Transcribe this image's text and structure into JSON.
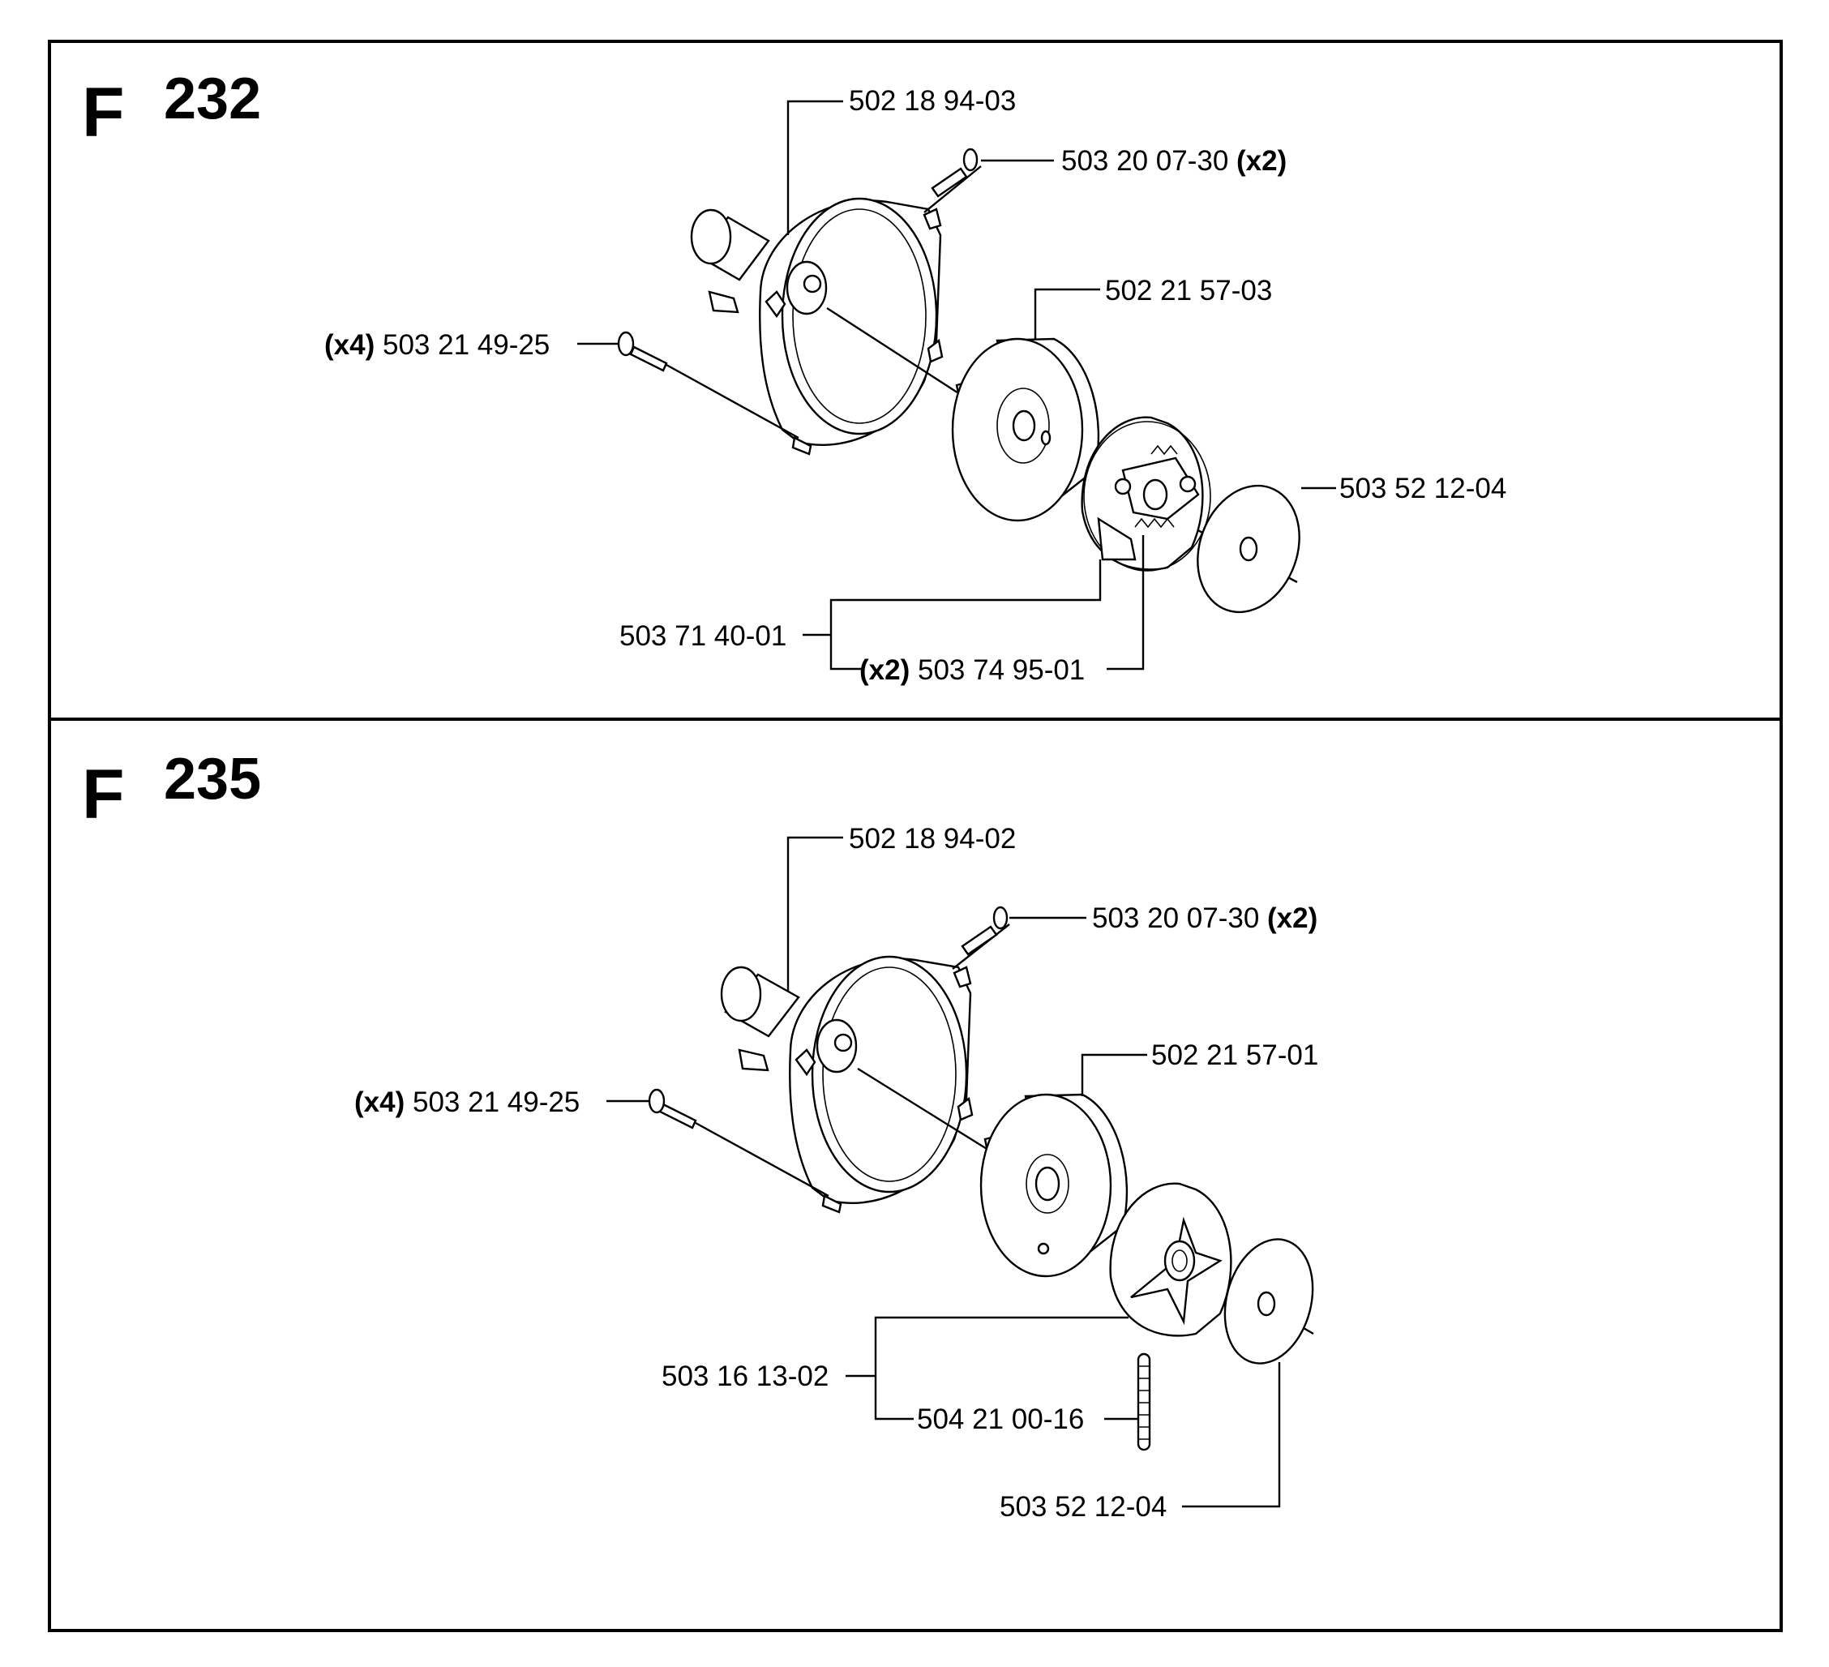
{
  "sections": [
    {
      "letter": "F",
      "number": "232",
      "parts": {
        "clutch_cover": "502 18 94-03",
        "cover_screw": "503 20 07-30",
        "cover_screw_qty": "(x2)",
        "mount_screw_qty": "(x4)",
        "mount_screw": "503 21 49-25",
        "clutch_drum": "502 21 57-03",
        "washer": "503 52 12-04",
        "clutch_assembly": "503 71 40-01",
        "spring_qty": "(x2)",
        "spring": "503 74 95-01"
      }
    },
    {
      "letter": "F",
      "number": "235",
      "parts": {
        "clutch_cover": "502 18 94-02",
        "cover_screw": "503 20 07-30",
        "cover_screw_qty": "(x2)",
        "mount_screw_qty": "(x4)",
        "mount_screw": "503 21 49-25",
        "clutch_drum": "502 21 57-01",
        "clutch_assembly": "503 16 13-02",
        "spring": "504 21 00-16",
        "washer": "503 52 12-04"
      }
    }
  ]
}
